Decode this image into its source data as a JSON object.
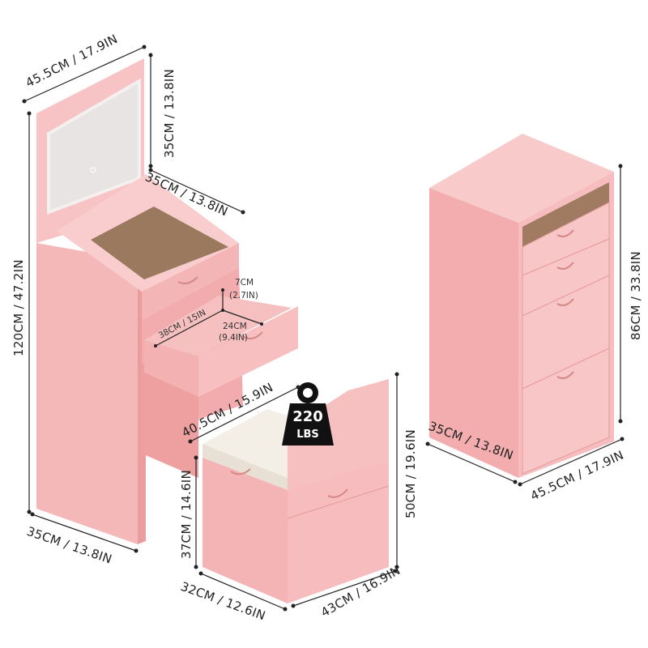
{
  "colors": {
    "pink_light": "#f8c6c6",
    "pink_mid": "#f2a9aa",
    "pink_dark": "#e89596",
    "glass": "#8a6a4a",
    "seat": "#f4efe6",
    "weight": "#111111"
  },
  "vanity": {
    "top_width": "45.5CM / 17.9IN",
    "mirror_height": "35CM / 13.8IN",
    "top_depth": "35CM / 13.8IN",
    "total_height": "120CM / 47.2IN",
    "base_depth": "35CM / 13.8IN",
    "drawer_height": "7CM",
    "drawer_height_in": "(2.7IN)",
    "drawer_length": "38CM / 15IN",
    "drawer_width": "24CM",
    "drawer_width_in": "(9.4IN)"
  },
  "stool": {
    "seat_depth": "40.5CM / 15.9IN",
    "weight_capacity": "220",
    "weight_unit": "LBS",
    "seat_height": "37CM / 14.6IN",
    "back_height": "50CM / 19.6IN",
    "depth": "32CM / 12.6IN",
    "width": "43CM / 16.9IN"
  },
  "cabinet": {
    "depth": "35CM / 13.8IN",
    "height": "86CM / 33.8IN",
    "width": "45.5CM / 17.9IN"
  }
}
